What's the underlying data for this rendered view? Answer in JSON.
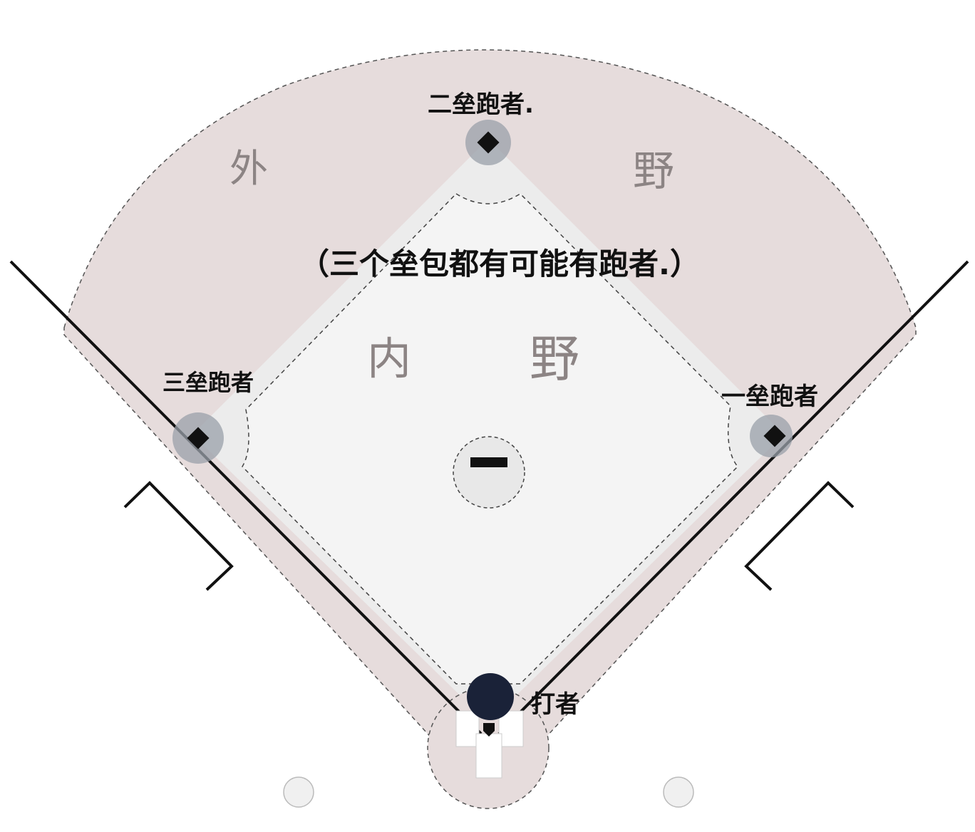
{
  "labels": {
    "outfield_left": "外",
    "outfield_right": "野",
    "infield_left": "内",
    "infield_right": "野",
    "note": "（三个垒包都有可能有跑者.）",
    "second_base_runner": "二垒跑者.",
    "third_base_runner": "三垒跑者",
    "first_base_runner": "一垒跑者",
    "batter": "打者"
  },
  "colors": {
    "outfield": "#e6dcdc",
    "infield_dirt_path": "#ececec",
    "infield_grass": "#f3f3f3",
    "foul_line": "#111111",
    "base": "#111111",
    "runner_circle": "#9aa0aa",
    "batter_marker": "#1a2238"
  },
  "icons": [
    "base-diamond-icon",
    "runner-circle-icon",
    "batter-head-icon",
    "pitcher-rubber-icon",
    "home-plate-icon"
  ]
}
